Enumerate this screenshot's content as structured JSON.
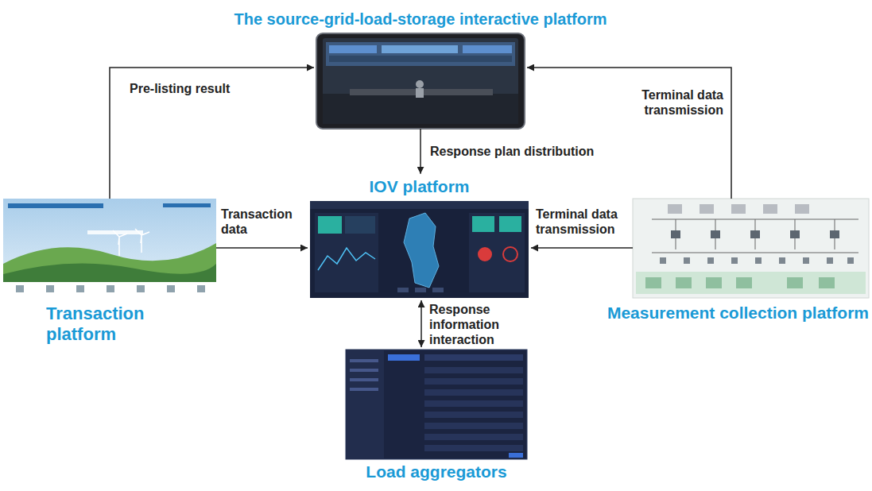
{
  "diagram": {
    "nodes": [
      {
        "text": [
          "The source-grid-load-storage interactive platform"
        ]
      },
      {
        "text": [
          "Transaction platform"
        ]
      },
      {
        "text": [
          "IOV platform"
        ]
      },
      {
        "text": [
          "Measurement collection platform"
        ]
      },
      {
        "text": [
          "Load aggregators"
        ]
      }
    ],
    "edges": [
      {
        "from": 1,
        "to": 0,
        "arrow": "to",
        "label": "Pre-listing result"
      },
      {
        "from": 0,
        "to": 2,
        "arrow": "to",
        "label": "Response plan distribution"
      },
      {
        "from": 1,
        "to": 2,
        "arrow": "to",
        "label": "Transaction data"
      },
      {
        "from": 3,
        "to": 2,
        "arrow": "to",
        "label": "Terminal data transmission"
      },
      {
        "from": 3,
        "to": 0,
        "arrow": "to",
        "label": "Terminal data transmission"
      },
      {
        "from": 2,
        "to": 4,
        "arrow": "both",
        "label": "Response information interaction"
      }
    ]
  }
}
